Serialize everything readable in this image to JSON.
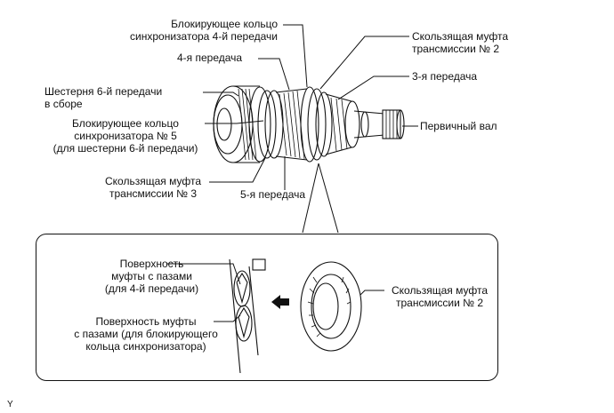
{
  "diagram": {
    "callouts": {
      "sync_ring_4th": "Блокирующее кольцо\nсинхронизатора 4-й передачи",
      "gear_4th": "4-я передача",
      "gear_6th_assy": "Шестерня 6-й передачи\nв сборе",
      "sync_ring_5": "Блокирующее кольцо\nсинхронизатора № 5\n(для шестерни 6-й передачи)",
      "sleeve_no3": "Скользящая муфта\nтрансмиссии № 3",
      "gear_5th": "5-я передача",
      "sleeve_no2": "Скользящая муфта\nтрансмиссии № 2",
      "gear_3rd": "3-я передача",
      "input_shaft": "Первичный вал"
    },
    "detail": {
      "grooved_surface_4th": "Поверхность\nмуфты с пазами\n(для 4-й передачи)",
      "grooved_surface_sync": "Поверхность муфты\nс пазами (для блокирующего\nкольца синхронизатора)",
      "sleeve_no2": "Скользящая муфта\nтрансмиссии № 2"
    },
    "page_code": "Y"
  }
}
